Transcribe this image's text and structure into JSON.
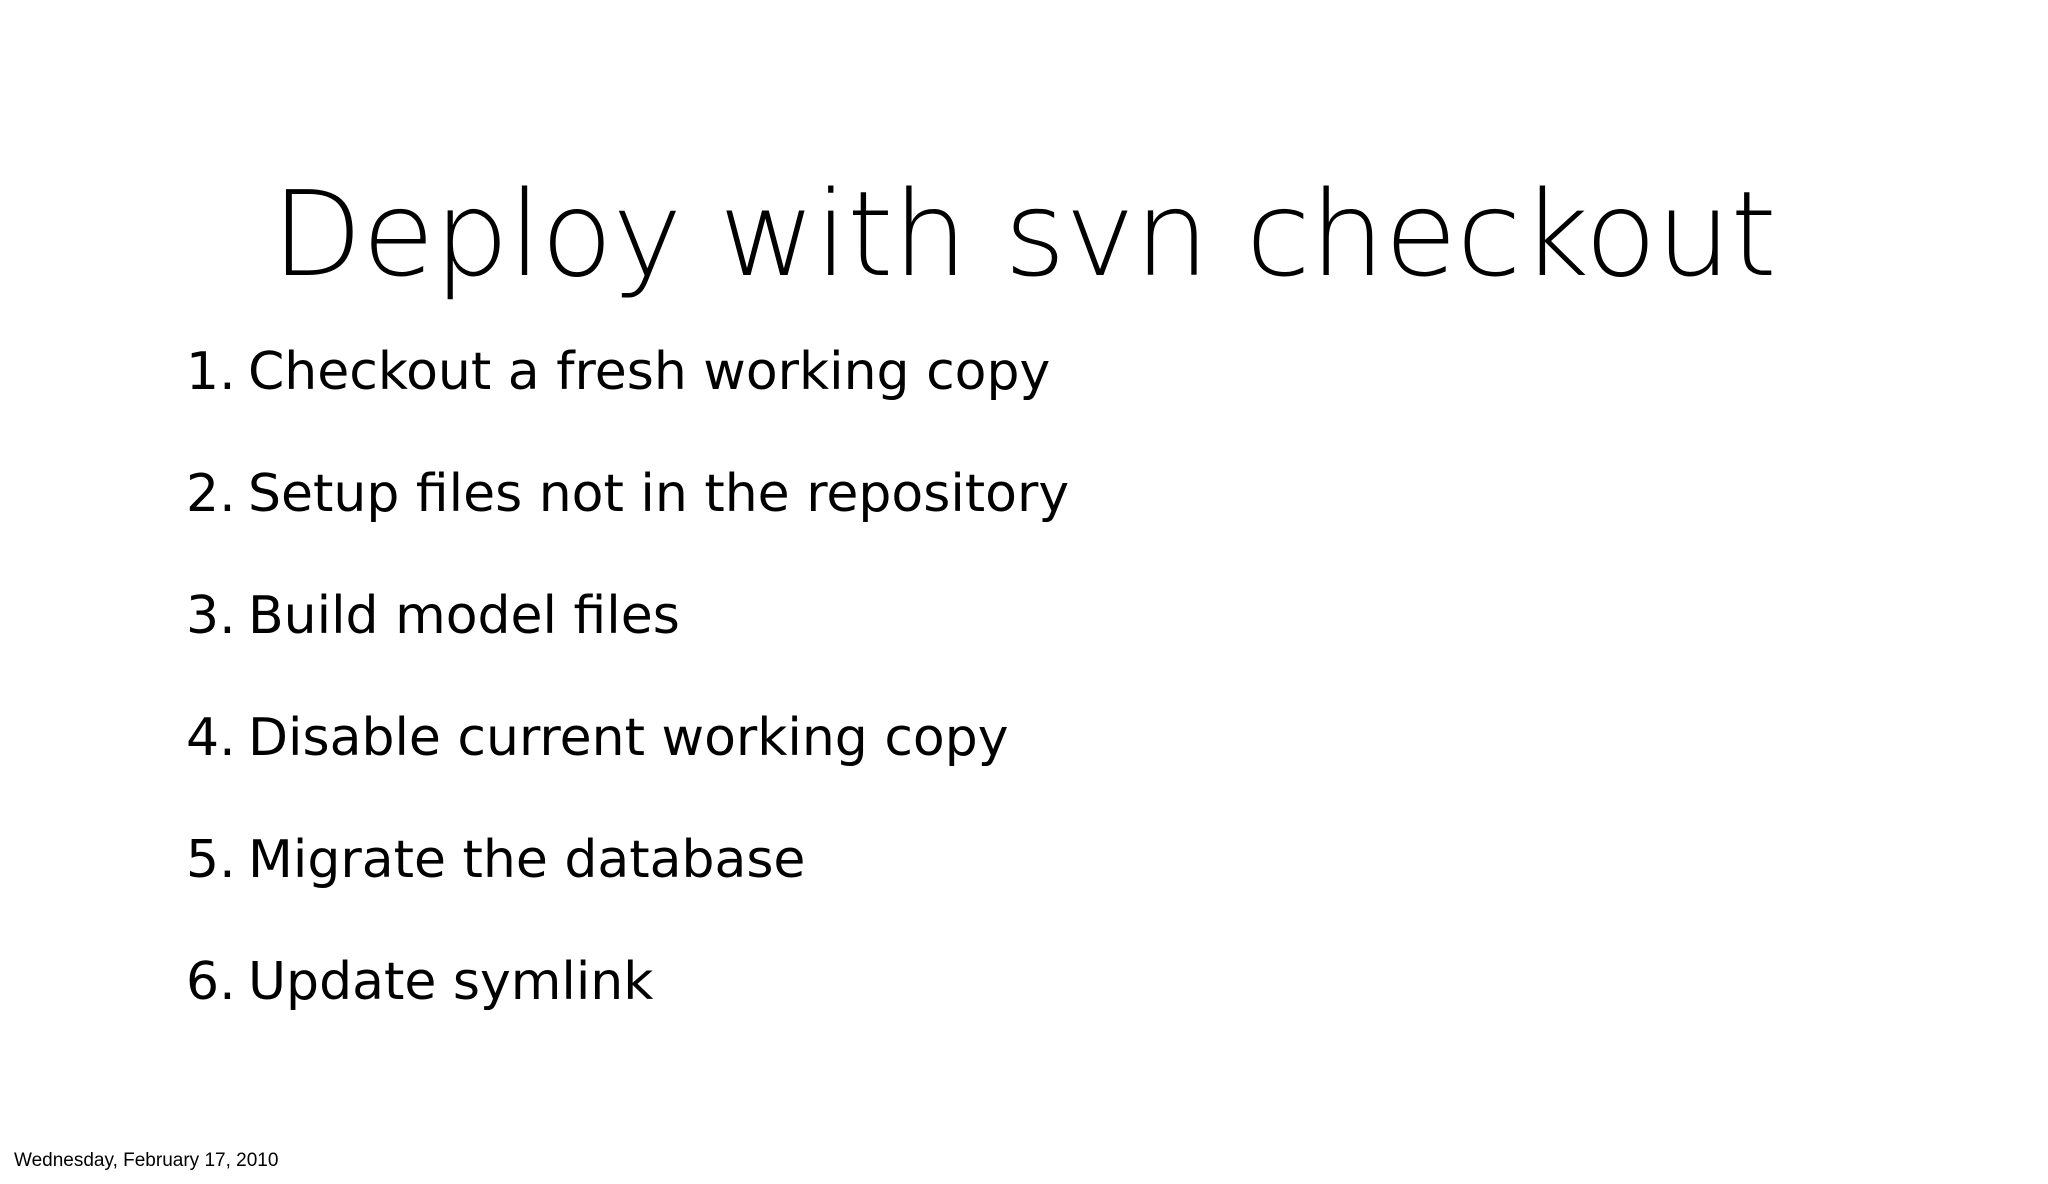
{
  "slide": {
    "background_color": "#ffffff",
    "text_color": "#000000",
    "title": "Deploy with svn checkout",
    "list": {
      "type": "ordered",
      "items": [
        {
          "marker": "1.",
          "text": "Checkout a fresh working copy"
        },
        {
          "marker": "2.",
          "text": "Setup files not in the repository"
        },
        {
          "marker": "3.",
          "text": "Build model files"
        },
        {
          "marker": "4.",
          "text": "Disable current working copy"
        },
        {
          "marker": "5.",
          "text": "Migrate the database"
        },
        {
          "marker": "6.",
          "text": "Update symlink"
        }
      ]
    },
    "footer": {
      "date": "Wednesday, February 17, 2010"
    }
  }
}
